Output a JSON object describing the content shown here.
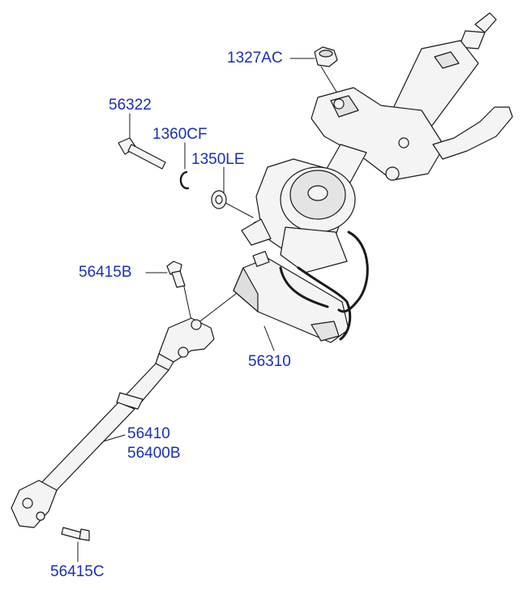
{
  "colors": {
    "label": "#1b2fb4",
    "line": "#1a1a1a",
    "part_fill": "#f4f4f4",
    "shade": "#cfcfcf"
  },
  "labels": {
    "nut_1327AC": "1327AC",
    "bolt_56322": "56322",
    "washer_1360CF": "1360CF",
    "washer_1350LE": "1350LE",
    "bolt_56415B": "56415B",
    "column_56310": "56310",
    "shaft_56410": "56410",
    "shaft_56400B": "56400B",
    "bolt_56415C": "56415C"
  },
  "icons": [
    "nut-icon",
    "bolt-icon",
    "snap-ring-icon",
    "washer-icon",
    "steering-column-icon",
    "universal-joint-icon",
    "intermediate-shaft-icon"
  ]
}
